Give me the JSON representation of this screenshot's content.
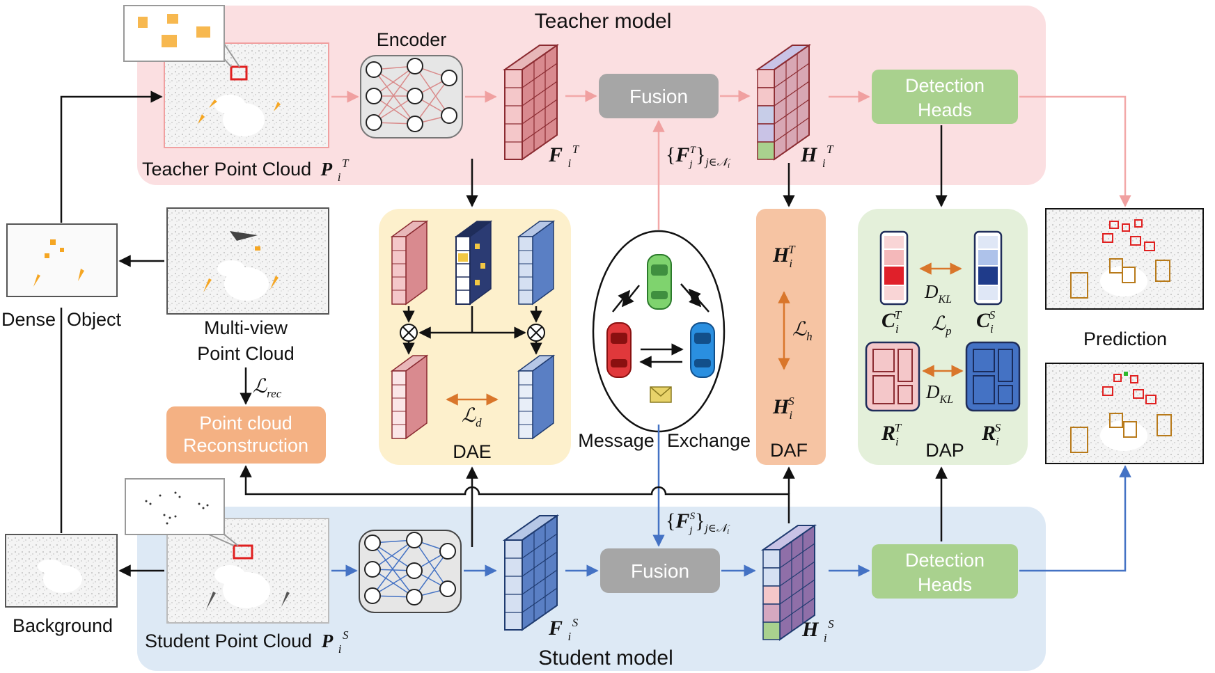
{
  "teacher": {
    "title": "Teacher model",
    "encoder_label": "Encoder",
    "fusion_label": "Fusion",
    "heads_line1": "Detection",
    "heads_line2": "Heads",
    "point_cloud_label": "Teacher Point Cloud",
    "point_cloud_symbol": "P",
    "point_cloud_sub": "i",
    "point_cloud_sup": "T",
    "feature_symbol": "F",
    "feature_sub": "i",
    "feature_sup": "T",
    "fused_symbol": "H",
    "fused_sub": "i",
    "fused_sup": "T",
    "message_sub": "j∈𝒩",
    "message_sub_i": "i"
  },
  "student": {
    "title": "Student model",
    "fusion_label": "Fusion",
    "heads_line1": "Detection",
    "heads_line2": "Heads",
    "point_cloud_label": "Student Point Cloud",
    "point_cloud_symbol": "P",
    "point_cloud_sub": "i",
    "point_cloud_sup": "S",
    "feature_symbol": "F",
    "feature_sub": "i",
    "feature_sup": "S",
    "fused_symbol": "H",
    "fused_sub": "i",
    "fused_sup": "S",
    "message_sub": "j∈𝒩",
    "message_sub_i": "i"
  },
  "left": {
    "dense_label": "Dense",
    "object_label": "Object",
    "multiview_line1": "Multi-view",
    "multiview_line2": "Point Cloud",
    "rec_loss": "ℒ",
    "rec_loss_sub": "rec",
    "recon_line1": "Point cloud",
    "recon_line2": "Reconstruction",
    "background_label": "Background"
  },
  "dae": {
    "label": "DAE",
    "loss": "ℒ",
    "loss_sub": "d"
  },
  "message": {
    "word1": "Message",
    "word2": "Exchange"
  },
  "daf": {
    "label": "DAF",
    "top_symbol": "H",
    "top_sub": "i",
    "top_sup": "T",
    "bottom_symbol": "H",
    "bottom_sub": "i",
    "bottom_sup": "S",
    "loss": "ℒ",
    "loss_sub": "h"
  },
  "dap": {
    "label": "DAP",
    "kl": "D",
    "kl_sub": "KL",
    "loss": "ℒ",
    "loss_sub": "p",
    "c_symbol": "C",
    "c_sub": "i",
    "c_t_sup": "T",
    "c_s_sup": "S",
    "r_symbol": "R",
    "r_sub": "i",
    "r_t_sup": "T",
    "r_s_sup": "S"
  },
  "prediction_label": "Prediction",
  "colors": {
    "teacher_bg": "#fbdfe1",
    "student_bg": "#dde9f5",
    "dae_bg": "#fdf0cc",
    "daf_bg": "#f6c4a3",
    "dap_bg": "#e4f0da",
    "heads": "#a9d18e",
    "fusion": "#a6a6a6",
    "recon": "#f4b183",
    "teacher_arrow": "#f2a8a8",
    "student_arrow": "#4472c4",
    "loss_arrow": "#d9762b"
  }
}
